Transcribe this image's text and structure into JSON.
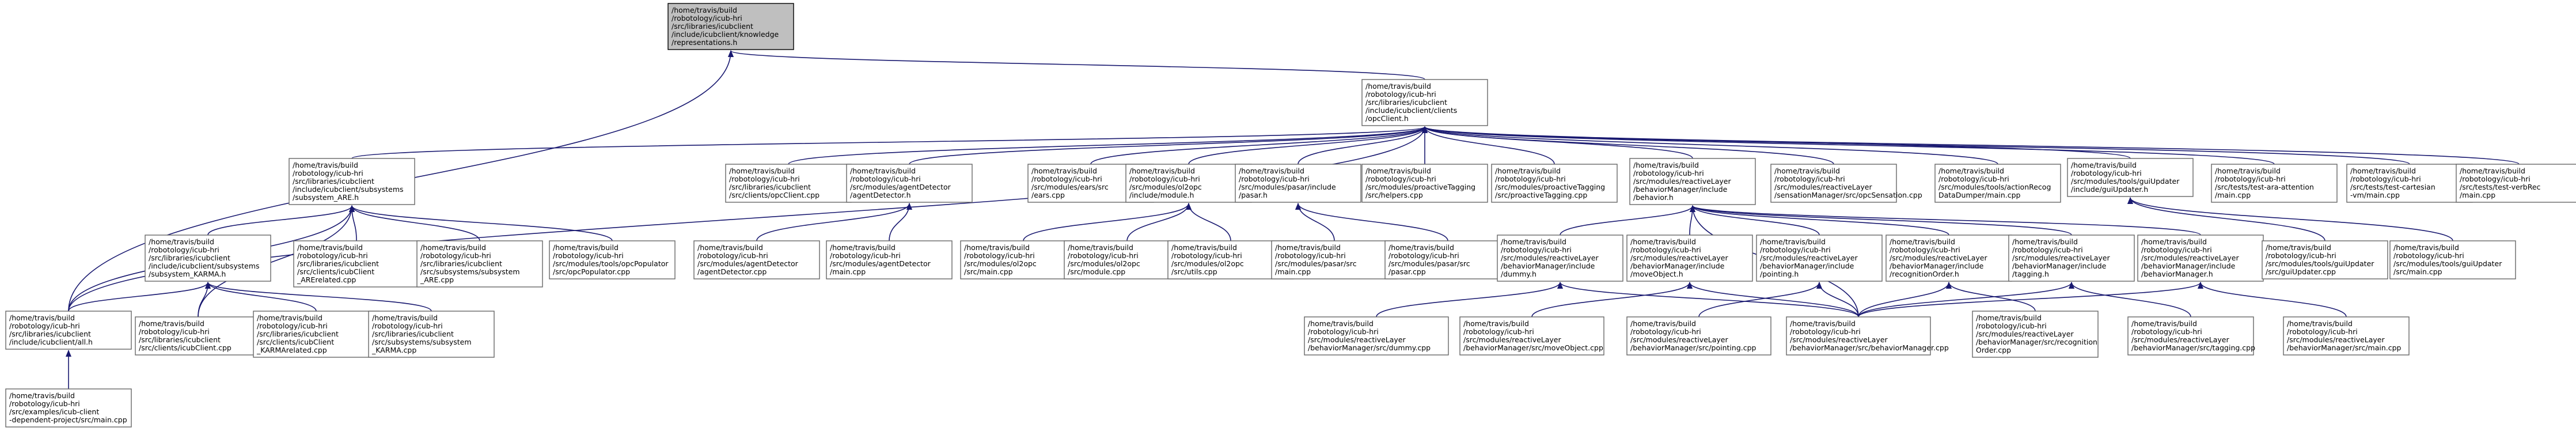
{
  "graph": {
    "colors": {
      "edge": "#191970",
      "node_border": "#666666",
      "root_fill": "#bfbfbf",
      "node_fill": "#ffffff"
    },
    "nodes": [
      {
        "id": "kr",
        "lines": [
          "/home/travis/build",
          "/robotology/icub-hri",
          "/src/libraries/icubclient",
          "/include/icubclient/knowledge",
          "/representations.h"
        ],
        "root": true
      },
      {
        "id": "opc",
        "lines": [
          "/home/travis/build",
          "/robotology/icub-hri",
          "/src/libraries/icubclient",
          "/include/icubclient/clients",
          "/opcClient.h"
        ]
      },
      {
        "id": "are",
        "lines": [
          "/home/travis/build",
          "/robotology/icub-hri",
          "/src/libraries/icubclient",
          "/include/icubclient/subsystems",
          "/subsystem_ARE.h"
        ]
      },
      {
        "id": "opcclientcpp",
        "lines": [
          "/home/travis/build",
          "/robotology/icub-hri",
          "/src/libraries/icubclient",
          "/src/clients/opcClient.cpp"
        ]
      },
      {
        "id": "agentdet_h",
        "lines": [
          "/home/travis/build",
          "/robotology/icub-hri",
          "/src/modules/agentDetector",
          "/agentDetector.h"
        ]
      },
      {
        "id": "ears",
        "lines": [
          "/home/travis/build",
          "/robotology/icub-hri",
          "/src/modules/ears/src",
          "/ears.cpp"
        ]
      },
      {
        "id": "ol2opc_h",
        "lines": [
          "/home/travis/build",
          "/robotology/icub-hri",
          "/src/modules/ol2opc",
          "/include/module.h"
        ]
      },
      {
        "id": "pasar_h",
        "lines": [
          "/home/travis/build",
          "/robotology/icub-hri",
          "/src/modules/pasar/include",
          "/pasar.h"
        ]
      },
      {
        "id": "pt_helpers",
        "lines": [
          "/home/travis/build",
          "/robotology/icub-hri",
          "/src/modules/proactiveTagging",
          "/src/helpers.cpp"
        ]
      },
      {
        "id": "pt_cpp",
        "lines": [
          "/home/travis/build",
          "/robotology/icub-hri",
          "/src/modules/proactiveTagging",
          "/src/proactiveTagging.cpp"
        ]
      },
      {
        "id": "behavior_h",
        "lines": [
          "/home/travis/build",
          "/robotology/icub-hri",
          "/src/modules/reactiveLayer",
          "/behaviorManager/include",
          "/behavior.h"
        ]
      },
      {
        "id": "sensation",
        "lines": [
          "/home/travis/build",
          "/robotology/icub-hri",
          "/src/modules/reactiveLayer",
          "/sensationManager/src/opcSensation.cpp"
        ]
      },
      {
        "id": "actionrecog",
        "lines": [
          "/home/travis/build",
          "/robotology/icub-hri",
          "/src/modules/tools/actionRecog",
          "DataDumper/main.cpp"
        ]
      },
      {
        "id": "guiupdater_h",
        "lines": [
          "/home/travis/build",
          "/robotology/icub-hri",
          "/src/modules/tools/guiUpdater",
          "/include/guiUpdater.h"
        ]
      },
      {
        "id": "test_ara",
        "lines": [
          "/home/travis/build",
          "/robotology/icub-hri",
          "/src/tests/test-ara-attention",
          "/main.cpp"
        ]
      },
      {
        "id": "test_cart",
        "lines": [
          "/home/travis/build",
          "/robotology/icub-hri",
          "/src/tests/test-cartesian",
          "-vm/main.cpp"
        ]
      },
      {
        "id": "test_verb",
        "lines": [
          "/home/travis/build",
          "/robotology/icub-hri",
          "/src/tests/test-verbRec",
          "/main.cpp"
        ]
      },
      {
        "id": "karma",
        "lines": [
          "/home/travis/build",
          "/robotology/icub-hri",
          "/src/libraries/icubclient",
          "/include/icubclient/subsystems",
          "/subsystem_KARMA.h"
        ]
      },
      {
        "id": "are_related",
        "lines": [
          "/home/travis/build",
          "/robotology/icub-hri",
          "/src/libraries/icubclient",
          "/src/clients/icubClient",
          "_ARErelated.cpp"
        ]
      },
      {
        "id": "are_cpp",
        "lines": [
          "/home/travis/build",
          "/robotology/icub-hri",
          "/src/libraries/icubclient",
          "/src/subsystems/subsystem",
          "_ARE.cpp"
        ]
      },
      {
        "id": "opcpop",
        "lines": [
          "/home/travis/build",
          "/robotology/icub-hri",
          "/src/modules/tools/opcPopulator",
          "/src/opcPopulator.cpp"
        ]
      },
      {
        "id": "agentdet_cpp",
        "lines": [
          "/home/travis/build",
          "/robotology/icub-hri",
          "/src/modules/agentDetector",
          "/agentDetector.cpp"
        ]
      },
      {
        "id": "agentdet_main",
        "lines": [
          "/home/travis/build",
          "/robotology/icub-hri",
          "/src/modules/agentDetector",
          "/main.cpp"
        ]
      },
      {
        "id": "ol2opc_main",
        "lines": [
          "/home/travis/build",
          "/robotology/icub-hri",
          "/src/modules/ol2opc",
          "/src/main.cpp"
        ]
      },
      {
        "id": "ol2opc_module",
        "lines": [
          "/home/travis/build",
          "/robotology/icub-hri",
          "/src/modules/ol2opc",
          "/src/module.cpp"
        ]
      },
      {
        "id": "ol2opc_utils",
        "lines": [
          "/home/travis/build",
          "/robotology/icub-hri",
          "/src/modules/ol2opc",
          "/src/utils.cpp"
        ]
      },
      {
        "id": "pasar_main",
        "lines": [
          "/home/travis/build",
          "/robotology/icub-hri",
          "/src/modules/pasar/src",
          "/main.cpp"
        ]
      },
      {
        "id": "pasar_cpp",
        "lines": [
          "/home/travis/build",
          "/robotology/icub-hri",
          "/src/modules/pasar/src",
          "/pasar.cpp"
        ]
      },
      {
        "id": "dummy_h",
        "lines": [
          "/home/travis/build",
          "/robotology/icub-hri",
          "/src/modules/reactiveLayer",
          "/behaviorManager/include",
          "/dummy.h"
        ]
      },
      {
        "id": "moveobj_h",
        "lines": [
          "/home/travis/build",
          "/robotology/icub-hri",
          "/src/modules/reactiveLayer",
          "/behaviorManager/include",
          "/moveObject.h"
        ]
      },
      {
        "id": "pointing_h",
        "lines": [
          "/home/travis/build",
          "/robotology/icub-hri",
          "/src/modules/reactiveLayer",
          "/behaviorManager/include",
          "/pointing.h"
        ]
      },
      {
        "id": "recog_h",
        "lines": [
          "/home/travis/build",
          "/robotology/icub-hri",
          "/src/modules/reactiveLayer",
          "/behaviorManager/include",
          "/recognitionOrder.h"
        ]
      },
      {
        "id": "tagging_h",
        "lines": [
          "/home/travis/build",
          "/robotology/icub-hri",
          "/src/modules/reactiveLayer",
          "/behaviorManager/include",
          "/tagging.h"
        ]
      },
      {
        "id": "bm_h",
        "lines": [
          "/home/travis/build",
          "/robotology/icub-hri",
          "/src/modules/reactiveLayer",
          "/behaviorManager/include",
          "/behaviorManager.h"
        ]
      },
      {
        "id": "gui_cpp",
        "lines": [
          "/home/travis/build",
          "/robotology/icub-hri",
          "/src/modules/tools/guiUpdater",
          "/src/guiUpdater.cpp"
        ]
      },
      {
        "id": "gui_main",
        "lines": [
          "/home/travis/build",
          "/robotology/icub-hri",
          "/src/modules/tools/guiUpdater",
          "/src/main.cpp"
        ]
      },
      {
        "id": "all_h",
        "lines": [
          "/home/travis/build",
          "/robotology/icub-hri",
          "/src/libraries/icubclient",
          "/include/icubclient/all.h"
        ]
      },
      {
        "id": "icubclient_cpp",
        "lines": [
          "/home/travis/build",
          "/robotology/icub-hri",
          "/src/libraries/icubclient",
          "/src/clients/icubClient.cpp"
        ]
      },
      {
        "id": "karma_related",
        "lines": [
          "/home/travis/build",
          "/robotology/icub-hri",
          "/src/libraries/icubclient",
          "/src/clients/icubClient",
          "_KARMArelated.cpp"
        ]
      },
      {
        "id": "karma_cpp",
        "lines": [
          "/home/travis/build",
          "/robotology/icub-hri",
          "/src/libraries/icubclient",
          "/src/subsystems/subsystem",
          "_KARMA.cpp"
        ]
      },
      {
        "id": "dummy_cpp",
        "lines": [
          "/home/travis/build",
          "/robotology/icub-hri",
          "/src/modules/reactiveLayer",
          "/behaviorManager/src/dummy.cpp"
        ]
      },
      {
        "id": "moveobj_cpp",
        "lines": [
          "/home/travis/build",
          "/robotology/icub-hri",
          "/src/modules/reactiveLayer",
          "/behaviorManager/src/moveObject.cpp"
        ]
      },
      {
        "id": "pointing_cpp",
        "lines": [
          "/home/travis/build",
          "/robotology/icub-hri",
          "/src/modules/reactiveLayer",
          "/behaviorManager/src/pointing.cpp"
        ]
      },
      {
        "id": "bm_cpp",
        "lines": [
          "/home/travis/build",
          "/robotology/icub-hri",
          "/src/modules/reactiveLayer",
          "/behaviorManager/src/behaviorManager.cpp"
        ]
      },
      {
        "id": "recog_cpp",
        "lines": [
          "/home/travis/build",
          "/robotology/icub-hri",
          "/src/modules/reactiveLayer",
          "/behaviorManager/src/recognition",
          "Order.cpp"
        ]
      },
      {
        "id": "tagging_cpp",
        "lines": [
          "/home/travis/build",
          "/robotology/icub-hri",
          "/src/modules/reactiveLayer",
          "/behaviorManager/src/tagging.cpp"
        ]
      },
      {
        "id": "bm_main",
        "lines": [
          "/home/travis/build",
          "/robotology/icub-hri",
          "/src/modules/reactiveLayer",
          "/behaviorManager/src/main.cpp"
        ]
      },
      {
        "id": "example_main",
        "lines": [
          "/home/travis/build",
          "/robotology/icub-hri",
          "/src/examples/icub-client",
          "-dependent-project/src/main.cpp"
        ]
      }
    ]
  }
}
